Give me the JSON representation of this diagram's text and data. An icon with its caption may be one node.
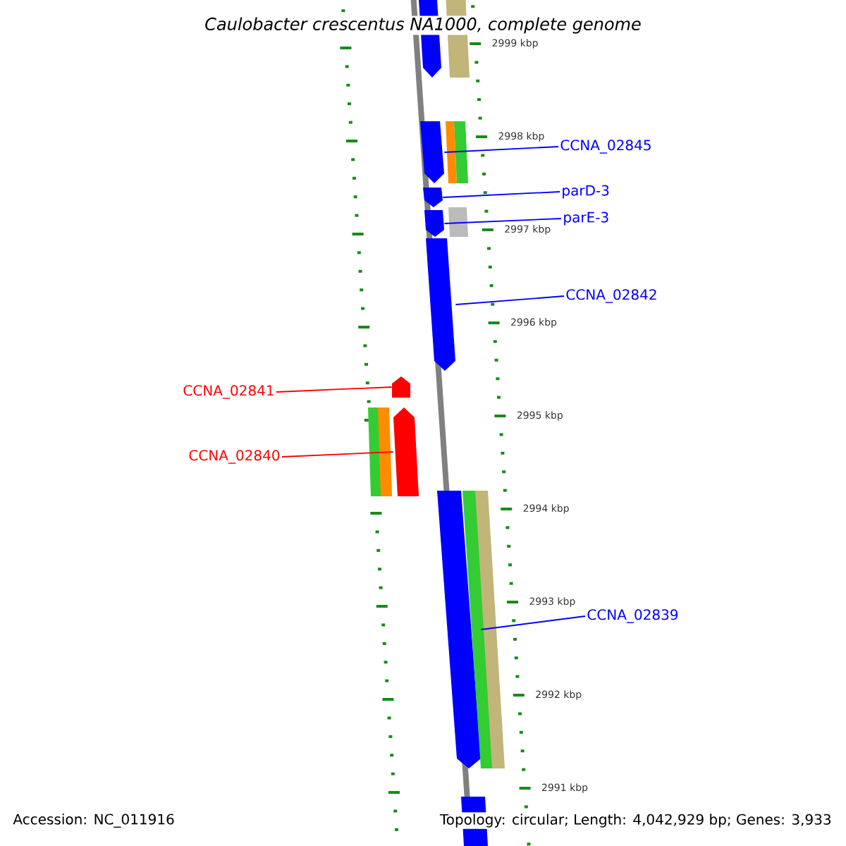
{
  "diagram": {
    "title": "Caulobacter crescentus NA1000, complete genome",
    "nodes": [
      {
        "text": [],
        "shape": "bar"
      },
      {
        "text": [
          "CCNA_02845"
        ]
      },
      {
        "text": [],
        "shape": "bar"
      },
      {
        "text": [
          "parD-3"
        ]
      },
      {
        "text": [],
        "shape": "bar"
      },
      {
        "text": [
          "parE-3"
        ]
      },
      {
        "text": [],
        "shape": "bar"
      },
      {
        "text": [
          "CCNA_02842"
        ]
      },
      {
        "text": [],
        "shape": "bar"
      },
      {
        "text": [
          "CCNA_02841"
        ]
      },
      {
        "text": [],
        "shape": "bar"
      },
      {
        "text": [
          "CCNA_02840"
        ]
      },
      {
        "text": [],
        "shape": "bar"
      },
      {
        "text": [
          "CCNA_02839"
        ]
      },
      {
        "text": [],
        "shape": "bar"
      },
      {
        "text": [],
        "shape": "box"
      },
      {
        "text": [],
        "shape": "box"
      },
      {
        "text": [],
        "shape": "box"
      }
    ],
    "edges": [
      {
        "from": 1,
        "to": 2,
        "arrow": "none"
      },
      {
        "from": 3,
        "to": 4,
        "arrow": "none"
      },
      {
        "from": 5,
        "to": 6,
        "arrow": "none"
      },
      {
        "from": 7,
        "to": 8,
        "arrow": "none"
      },
      {
        "from": 9,
        "to": 10,
        "arrow": "none",
        "color": "#ff0000"
      },
      {
        "from": 11,
        "to": 12,
        "arrow": "none",
        "color": "#ff0000"
      },
      {
        "from": 13,
        "to": 14,
        "arrow": "none"
      }
    ],
    "labels": [
      "2999 kbp",
      "2998 kbp",
      "2997 kbp",
      "2996 kbp",
      "2995 kbp",
      "2994 kbp",
      "2993 kbp",
      "2992 kbp",
      "2991 kbp",
      "Accession: NC_011916",
      "Topology: circular; Length: 4,042,929 bp; Genes: 3,933"
    ]
  }
}
